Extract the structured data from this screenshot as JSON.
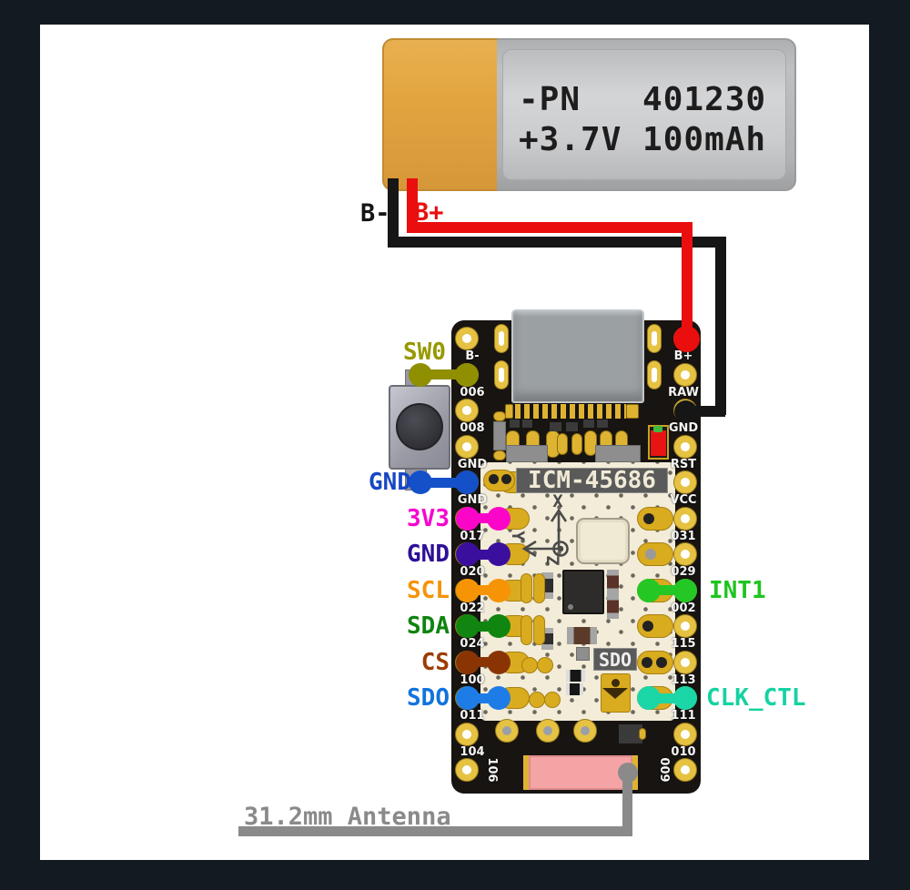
{
  "battery": {
    "line1": "-PN   401230",
    "line2": "+3.7V 100mAh",
    "body_color": "#e2a43f"
  },
  "battery_wires": {
    "neg_label": "B-",
    "pos_label": "B+",
    "neg_color": "#161616",
    "pos_color": "#ea0e0e",
    "neg_text": "#151515",
    "pos_text": "#ea0e0e"
  },
  "board": {
    "silk_chip": "ICM-45686",
    "silk_sdo": "SDO",
    "left_pins": [
      "B-",
      "006",
      "008",
      "GND",
      "GND",
      "017",
      "020",
      "022",
      "024",
      "100",
      "011",
      "104"
    ],
    "left_corner_pin": "106",
    "right_pins": [
      "B+",
      "RAW",
      "GND",
      "RST",
      "VCC",
      "031",
      "029",
      "002",
      "115",
      "113",
      "111",
      "010"
    ],
    "right_corner_pin": "009"
  },
  "wires": [
    {
      "name": "sw0",
      "label": "SW0",
      "color": "#8f8f00",
      "text_color": "#989800",
      "side": "left",
      "row": 1,
      "extended": true
    },
    {
      "name": "gnd-button",
      "label": "GND",
      "color": "#1450c8",
      "text_color": "#1747c2",
      "side": "left",
      "row": 4,
      "extended": true
    },
    {
      "name": "3v3",
      "label": "3V3",
      "color": "#fb06c8",
      "text_color": "#f704cf",
      "side": "left",
      "row": 5
    },
    {
      "name": "gnd",
      "label": "GND",
      "color": "#3b0f9e",
      "text_color": "#2e0e96",
      "side": "left",
      "row": 6
    },
    {
      "name": "scl",
      "label": "SCL",
      "color": "#f79406",
      "text_color": "#f5940a",
      "side": "left",
      "row": 7
    },
    {
      "name": "sda",
      "label": "SDA",
      "color": "#108510",
      "text_color": "#0f830f",
      "side": "left",
      "row": 8
    },
    {
      "name": "cs",
      "label": "CS",
      "color": "#8a3404",
      "text_color": "#9c3c05",
      "side": "left",
      "row": 9
    },
    {
      "name": "sdo",
      "label": "SDO",
      "color": "#1e7ce6",
      "text_color": "#1273dd",
      "side": "left",
      "row": 10
    },
    {
      "name": "int1",
      "label": "INT1",
      "color": "#24c724",
      "text_color": "#1fc41f",
      "side": "right",
      "row": 7
    },
    {
      "name": "clk_ctl",
      "label": "CLK_CTL",
      "color": "#1bd6a6",
      "text_color": "#16d2a2",
      "side": "right",
      "row": 10
    }
  ],
  "antenna": {
    "label": "31.2mm Antenna",
    "color": "#8a8a8a"
  }
}
